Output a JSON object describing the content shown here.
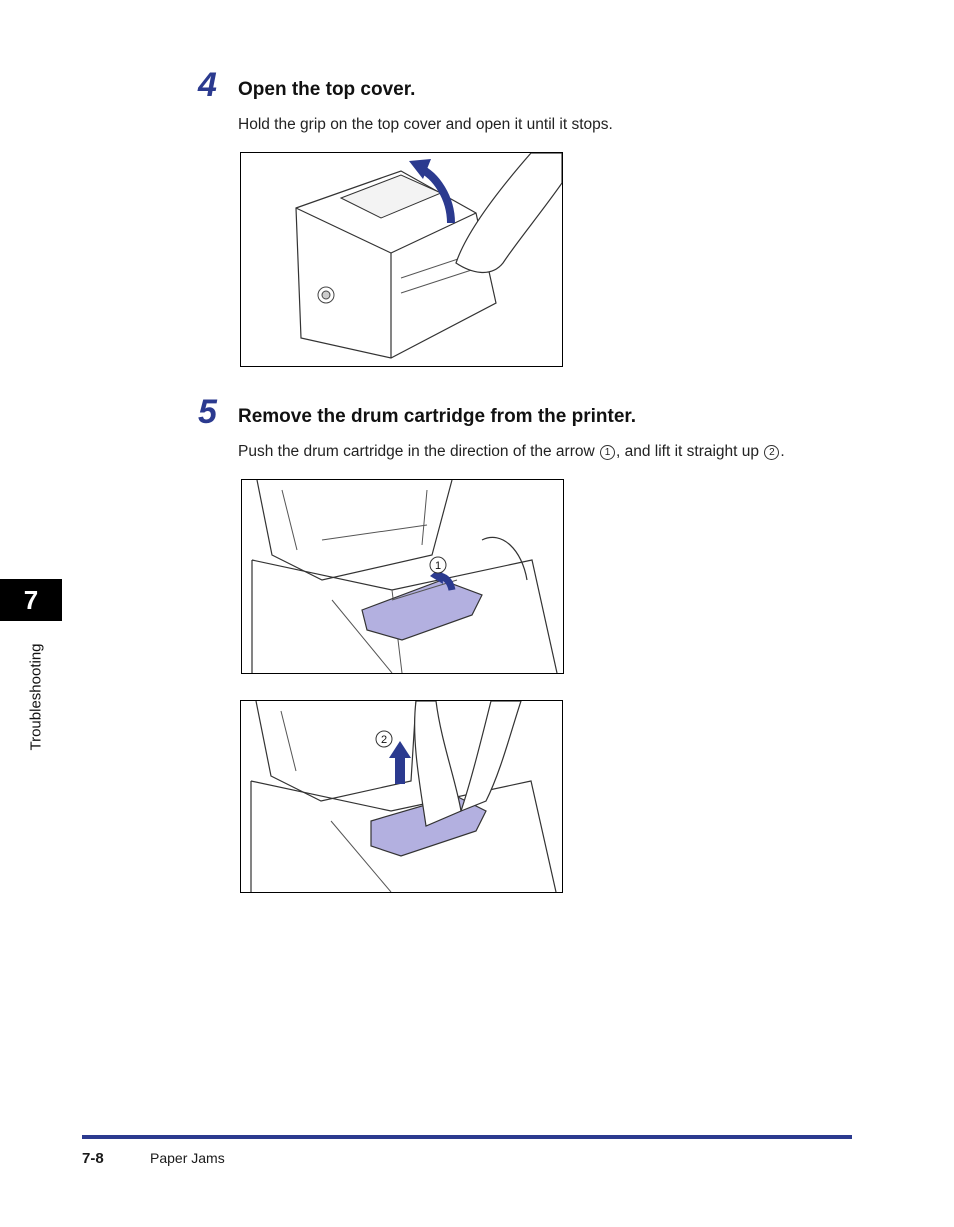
{
  "steps": [
    {
      "number": "4",
      "title": "Open the top cover.",
      "body": "Hold the grip on the top cover and open it until it stops."
    },
    {
      "number": "5",
      "title": "Remove the drum cartridge from the printer.",
      "body_before": "Push the drum cartridge in the direction of the arrow",
      "marker1": "1",
      "body_middle": ", and lift it straight up",
      "marker2": "2",
      "body_after": "."
    }
  ],
  "figures": {
    "fig2_marker": "1",
    "fig3_marker": "2"
  },
  "sidebar": {
    "chapter_number": "7",
    "chapter_label": "Troubleshooting"
  },
  "footer": {
    "page_number": "7-8",
    "section_name": "Paper Jams"
  },
  "colors": {
    "accent_blue": "#2b3a8f",
    "cartridge_lavender": "#b3b0e0"
  }
}
